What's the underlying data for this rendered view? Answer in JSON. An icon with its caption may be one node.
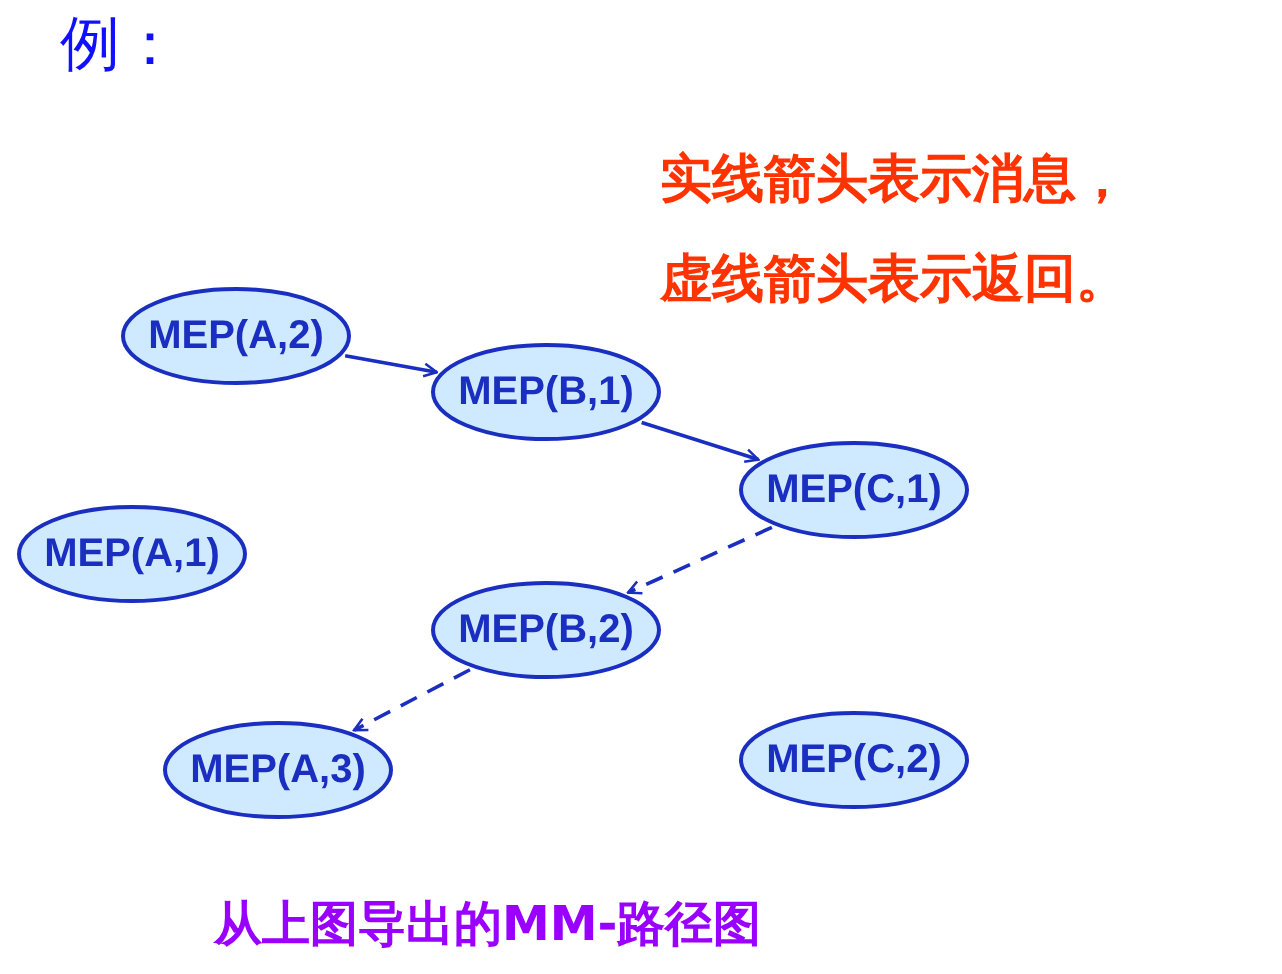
{
  "diagram": {
    "title": "例：",
    "caption": "从上图导出的MM-路径图",
    "nodes": [
      {
        "text": [
          "MEP(A,2)"
        ]
      },
      {
        "text": [
          "MEP(B,1)"
        ]
      },
      {
        "text": [
          "MEP(C,1)"
        ]
      },
      {
        "text": [
          "MEP(A,1)"
        ]
      },
      {
        "text": [
          "MEP(B,2)"
        ]
      },
      {
        "text": [
          "MEP(A,3)"
        ]
      },
      {
        "text": [
          "MEP(C,2)"
        ]
      }
    ],
    "edges": [
      {
        "from": 0,
        "to": 1,
        "arrow": "to"
      },
      {
        "from": 1,
        "to": 2,
        "arrow": "to"
      },
      {
        "from": 2,
        "to": 4,
        "arrow": "to",
        "style": "dashed"
      },
      {
        "from": 4,
        "to": 5,
        "arrow": "to",
        "style": "dashed"
      }
    ],
    "labels": [
      "实线箭头表示消息，",
      "虚线箭头表示返回。"
    ]
  }
}
